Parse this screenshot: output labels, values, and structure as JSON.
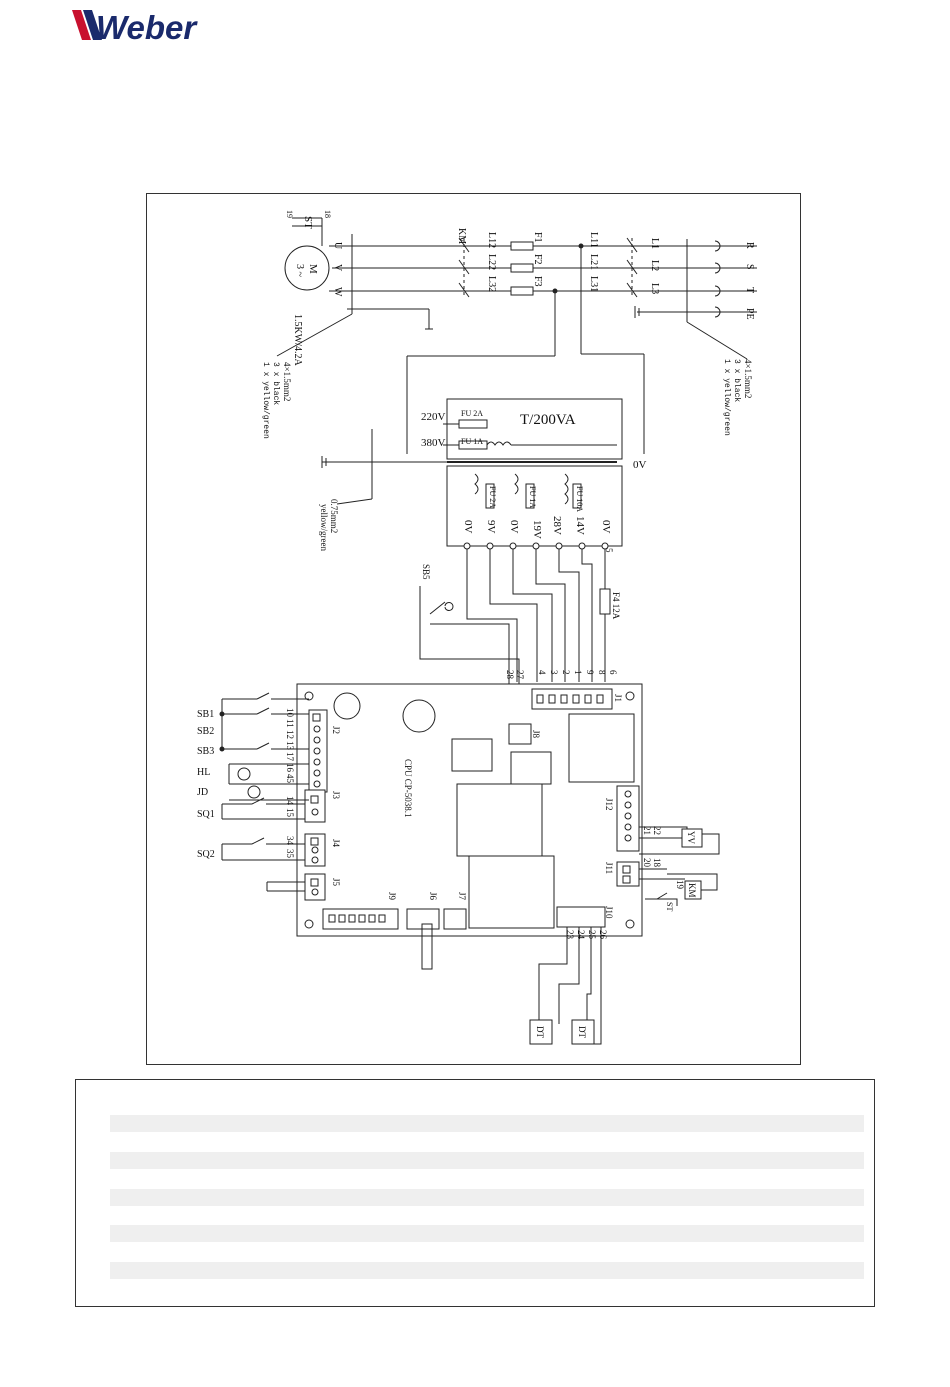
{
  "brand": {
    "name": "Weber",
    "color": "#1a2a6c",
    "accent": "#c8102e"
  },
  "motor": {
    "label": "M",
    "phase": "3 ~",
    "rating": "1.5KW/4.2A",
    "terminals": [
      "U",
      "V",
      "W"
    ],
    "thermal": "ST",
    "pins": [
      "18",
      "19"
    ]
  },
  "contactor": {
    "label": "KM",
    "lines": [
      "L12",
      "L22",
      "L32"
    ]
  },
  "fuses": [
    "F1",
    "F2",
    "F3"
  ],
  "switch_lines": [
    "L11",
    "L21",
    "L31"
  ],
  "supply_lines": [
    "L1",
    "L2",
    "L3"
  ],
  "mains": [
    "R",
    "S",
    "T",
    "PE"
  ],
  "cable_motor": [
    "4×1.5mm2",
    "3 x black",
    "1 x yellow/green"
  ],
  "cable_mains": [
    "4×1.5mm2",
    "3 x black",
    "1 x yellow/green"
  ],
  "cable_earth": [
    "0.75mm2",
    "yellow/green"
  ],
  "transformer": {
    "title": "T/200VA",
    "primary": [
      {
        "voltage": "220V",
        "fuse": "FU 2A"
      },
      {
        "voltage": "380V",
        "fuse": "FU 1A"
      }
    ],
    "common": "0V",
    "secondary_fuses": [
      "FU 2A",
      "FU 1A",
      "FU 10A"
    ],
    "outputs": [
      "0V",
      "9V",
      "0V",
      "19V",
      "28V",
      "14V",
      "0V"
    ],
    "tap": "5"
  },
  "f4": "F4 12A",
  "sb5": "SB5",
  "j1_pins": [
    "28",
    "27",
    "4",
    "3",
    "2",
    "1",
    "9",
    "8",
    "6"
  ],
  "board": {
    "label": "CPU CP-5038.1",
    "connectors": {
      "j1": "J1",
      "j2": "J2",
      "j3": "J3",
      "j4": "J4",
      "j5": "J5",
      "j6": "J6",
      "j7": "J7",
      "j8": "J8",
      "j9": "J9",
      "j10": "J10",
      "j11": "J11",
      "j12": "J12"
    }
  },
  "left_labels": [
    "SB1",
    "SB2",
    "SB3",
    "HL",
    "JD",
    "SQ1",
    "SQ2"
  ],
  "j2_pins": [
    "10",
    "11",
    "12",
    "13",
    "17",
    "16",
    "45"
  ],
  "j3_pins": [
    "14",
    "15"
  ],
  "j4_pins": [
    "34",
    "35"
  ],
  "j12_pins": [
    "21",
    "22"
  ],
  "j11_pins": [
    "20",
    "18"
  ],
  "yv": "YV",
  "km_box": {
    "label": "KM",
    "pin": "19",
    "st": "ST"
  },
  "j10_pins": [
    "23",
    "24",
    "25",
    "26"
  ],
  "dt": [
    "DT",
    "DT"
  ]
}
